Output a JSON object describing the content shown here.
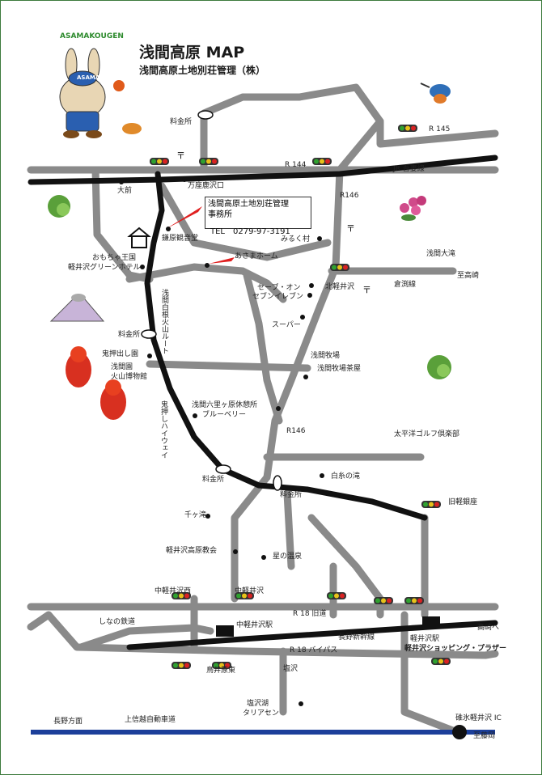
{
  "header": {
    "title": "浅間高原 MAP",
    "subtitle": "浅間高原土地別荘管理（株）",
    "brand": "ASAMAKOUGEN",
    "badge": "ASAMA"
  },
  "office": {
    "line1": "浅間高原土地別荘管理",
    "line2": "事務所",
    "tel": "TEL　0279-97-3191"
  },
  "labels": {
    "ryokinjo_top": "料金所",
    "r145": "R 145",
    "r144": "R 144",
    "jr_agatsuma": "JR 吾妻線",
    "ohmae": "大前",
    "manza_kazawaguchi": "万座鹿沢口",
    "r146_top": "R146",
    "kanbara_kannondo": "鎌原観音堂",
    "mirukumura": "みるく村",
    "omocha_oukoku": "おもちゃ王国",
    "karuizawa_green_hotel": "軽井沢グリーンホテル",
    "asama_home": "あさまホーム",
    "asama_otaki": "浅間大滝",
    "iseki_sen": "倉渕線",
    "to_takasaki_top": "至高崎",
    "seven_eleven_1": "セーブ・オン",
    "seven_eleven_2": "セブンイレブン",
    "kita_karuizawa": "北軽井沢",
    "super": "スーパー",
    "ryokinjo_mid": "料金所",
    "onioshidashi": "鬼押出し園",
    "asamaen_1": "浅間園",
    "asamaen_2": "火山博物館",
    "asama_bokujo": "浅間牧場",
    "asama_bokujo_chaya": "浅間牧場茶屋",
    "rokurigahara_1": "浅間六里ヶ原休憩所",
    "rokurigahara_2": "ブルーベリー",
    "r146_mid": "R146",
    "taiheiyo_golf": "太平洋ゴルフ倶楽部",
    "ryokinjo_left": "料金所",
    "ryokinjo_right": "料金所",
    "shiraito": "白糸の滝",
    "kyu_karuizawa_ginza": "旧軽銀座",
    "sengataki": "千ヶ滝",
    "karuizawa_kogen_church": "軽井沢高原教会",
    "hoshino_onsen": "星の温泉",
    "naka_karuizawa_nishi": "中軽井沢西",
    "naka_karuizawa": "中軽井沢",
    "r18_old": "R 18 旧道",
    "shinano_tetsudo": "しなの鉄道",
    "naka_karuizawa_eki": "中軽井沢駅",
    "karuizawa_eki": "軽井沢駅",
    "to_takasaki_bottom": "高崎へ",
    "nagano_shinkansen": "長野新幹線",
    "karuizawa_shopping": "軽井沢ショッピング・プラザー",
    "r18_bypass": "R 18 バイパス",
    "torii_bara_higashi": "鳥井原東",
    "shiozawa": "塩沢",
    "shiozawako_1": "塩沢湖",
    "shiozawako_2": "タリアセン",
    "nagano_hoomen": "長野方面",
    "joshinetsu": "上信越自動車道",
    "usui_karuizawa_ic": "碓氷軽井沢 IC",
    "to_fujioka": "至藤岡"
  },
  "vertical_labels": {
    "asama_shirane": "浅間白根火山ルート",
    "onioshi_highway": "鬼押しハイウェイ"
  },
  "colors": {
    "road": "#8a8a8a",
    "highway": "#111111",
    "expressway": "#1c3f9a",
    "pointer": "#e02020",
    "signal_green": "#2fa12f",
    "signal_yellow": "#e8c21a",
    "signal_red": "#d92222",
    "frame": "#3c7a3c"
  }
}
